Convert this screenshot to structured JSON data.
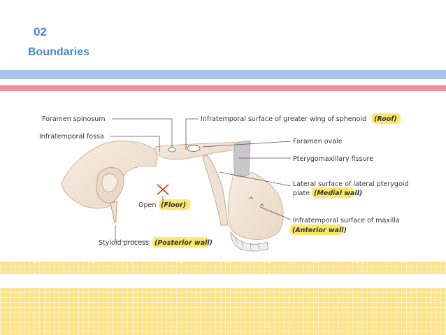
{
  "slide": {
    "number": "02",
    "title": "Boundaries"
  },
  "labels": {
    "foramen_spinosum": "Foramen spinosum",
    "infratemporal_fossa": "Infratemporal fossa",
    "roof_text": "Infratemporal surface of greater wing of sphenoid",
    "roof_tag": "(Roof)",
    "foramen_ovale": "Foramen ovale",
    "pterygomaxillary_fissure": "Pterygomaxillary fissure",
    "medial_line1": "Lateral surface of lateral pterygoid",
    "medial_line2": "plate",
    "medial_tag": "(Medial wall)",
    "floor_text": "Open",
    "floor_tag": "(Floor)",
    "anterior_line1": "Infratemporal surface of maxilla",
    "anterior_tag": "(Anterior wall)",
    "posterior_text": "Styloid process",
    "posterior_tag": "(Posterior wall)"
  },
  "colors": {
    "accent_blue": "#4a86c8",
    "band_blue": "#a8c4e8",
    "band_pink": "#f08e9a",
    "band_yellow": "#fde38c",
    "highlight": "#fbe86a",
    "bone": "#f3e6d8",
    "bone_shadow": "#dcc7b2",
    "marker_red": "#d9342b"
  },
  "icons": {
    "open_floor_marker": "red-x-cross"
  }
}
